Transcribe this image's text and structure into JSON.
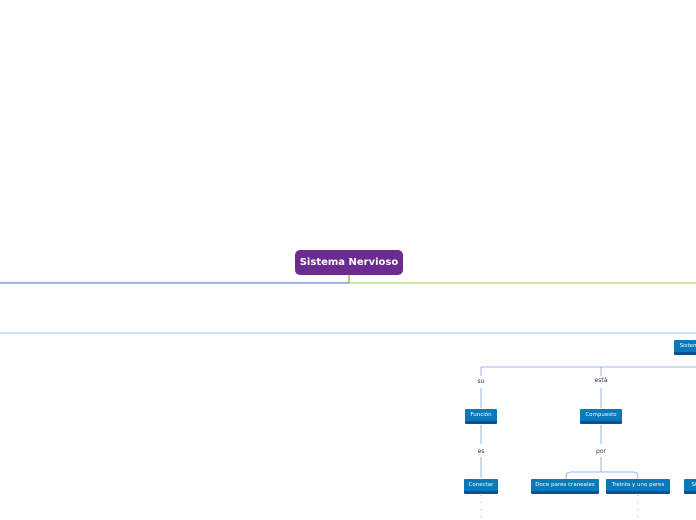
{
  "map": {
    "root": {
      "label": "Sistema Nervioso",
      "color": "#6b2b91"
    },
    "nodes": {
      "sistema_partial": "Sistem",
      "funcion": "Función",
      "compuesto": "Compuesto",
      "conectar": "Conectar",
      "doce_pares": "Doce pares craneales",
      "treinta_y_uno": "Treinta y uno pares",
      "edge_partial": "Si"
    },
    "connectors": {
      "su": "su",
      "esta": "está",
      "es": "es",
      "por": "por"
    },
    "colors": {
      "node_fill": "#0b78b8",
      "node_underline": "#0d4f93",
      "branch_blue": "#3a6fd6",
      "branch_green": "#9acd32",
      "branch_olive": "#7a8a2a",
      "link_light": "#7fa3e0"
    }
  }
}
